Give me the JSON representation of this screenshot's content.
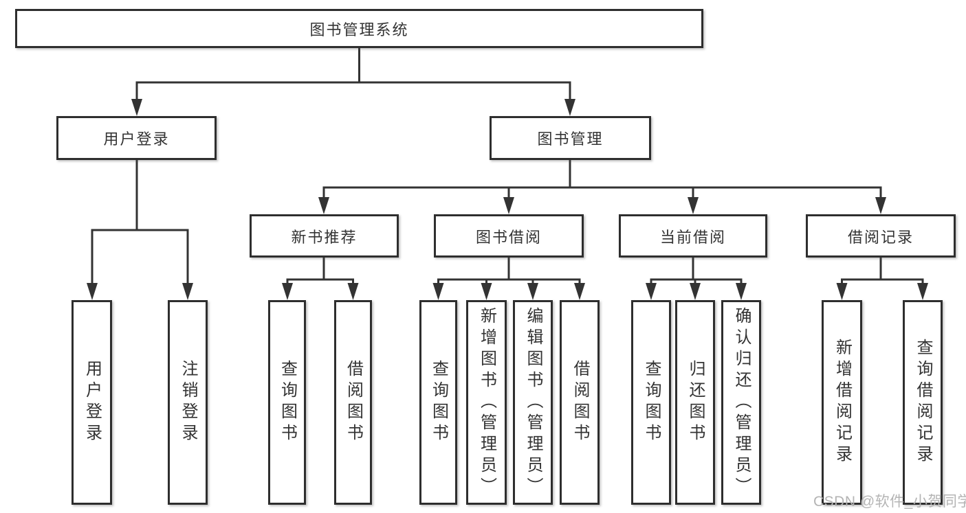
{
  "diagram": {
    "root": "图书管理系统",
    "level1": [
      "用户登录",
      "图书管理"
    ],
    "level2": [
      "新书推荐",
      "图书借阅",
      "当前借阅",
      "借阅记录"
    ],
    "leaves": {
      "under_user_login": [
        "用户登录",
        "注销登录"
      ],
      "under_new_books": [
        "查询图书",
        "借阅图书"
      ],
      "under_borrow_books": [
        "查询图书",
        "新增图书（管理员）",
        "编辑图书（管理员）",
        "借阅图书"
      ],
      "under_current_borrow": [
        "查询图书",
        "归还图书",
        "确认归还（管理员）"
      ],
      "under_borrow_records": [
        "新增借阅记录",
        "查询借阅记录"
      ]
    },
    "watermark": "CSDN @软件_小贺同学"
  },
  "colors": {
    "line": "#333333",
    "box_border": "#2e2e2e",
    "text": "#333333",
    "watermark": "#b4b4b4",
    "background": "#ffffff"
  }
}
